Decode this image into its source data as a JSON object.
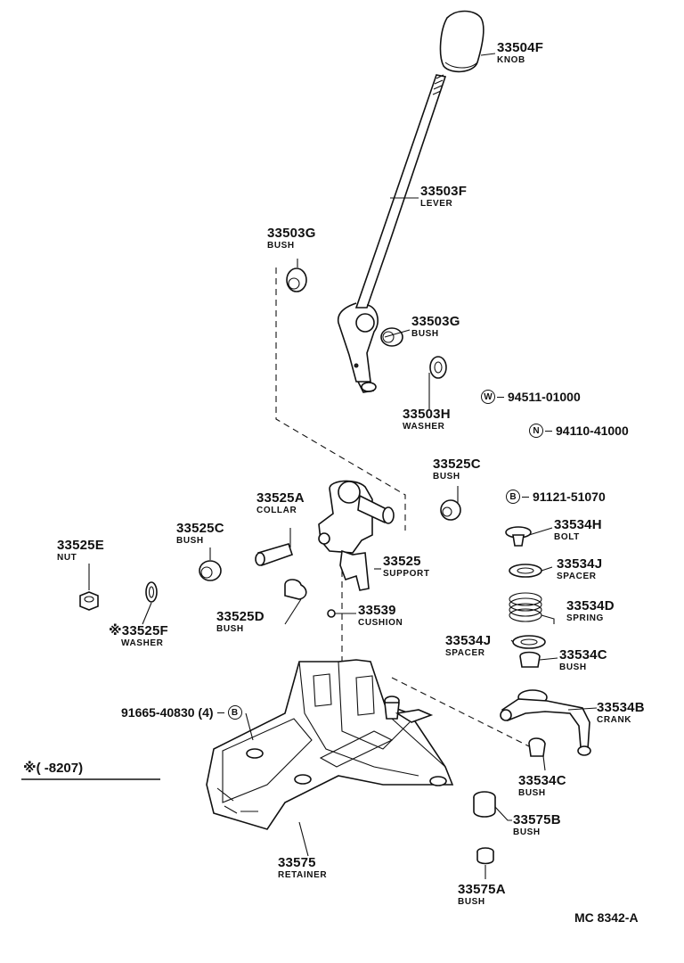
{
  "parts": [
    {
      "id": "knob",
      "number": "33504F",
      "name": "KNOB"
    },
    {
      "id": "lever",
      "number": "33503F",
      "name": "LEVER"
    },
    {
      "id": "bush-left-top",
      "number": "33503G",
      "name": "BUSH"
    },
    {
      "id": "bush-right-top",
      "number": "33503G",
      "name": "BUSH"
    },
    {
      "id": "washer-lever",
      "number": "33503H",
      "name": "WASHER"
    },
    {
      "id": "bush-support-right",
      "number": "33525C",
      "name": "BUSH"
    },
    {
      "id": "collar",
      "number": "33525A",
      "name": "COLLAR"
    },
    {
      "id": "bush-support-left",
      "number": "33525C",
      "name": "BUSH"
    },
    {
      "id": "support",
      "number": "33525",
      "name": "SUPPORT"
    },
    {
      "id": "nut",
      "number": "33525E",
      "name": "NUT"
    },
    {
      "id": "washer-support",
      "number": "33525F",
      "name": "WASHER",
      "prefix": "※"
    },
    {
      "id": "bush-support-lower",
      "number": "33525D",
      "name": "BUSH"
    },
    {
      "id": "cushion",
      "number": "33539",
      "name": "CUSHION"
    },
    {
      "id": "bolt",
      "number": "33534H",
      "name": "BOLT"
    },
    {
      "id": "spacer-upper",
      "number": "33534J",
      "name": "SPACER"
    },
    {
      "id": "spring",
      "number": "33534D",
      "name": "SPRING"
    },
    {
      "id": "spacer-lower",
      "number": "33534J",
      "name": "SPACER"
    },
    {
      "id": "bush-crank-upper",
      "number": "33534C",
      "name": "BUSH"
    },
    {
      "id": "crank",
      "number": "33534B",
      "name": "CRANK"
    },
    {
      "id": "bush-crank-lower",
      "number": "33534C",
      "name": "BUSH"
    },
    {
      "id": "bush-retainer",
      "number": "33575B",
      "name": "BUSH"
    },
    {
      "id": "retainer",
      "number": "33575",
      "name": "RETAINER"
    },
    {
      "id": "bush-retainer-lower",
      "number": "33575A",
      "name": "BUSH"
    }
  ],
  "fasteners": [
    {
      "id": "washer-w",
      "symbol": "W",
      "number": "94511-01000"
    },
    {
      "id": "nut-n",
      "symbol": "N",
      "number": "94110-41000"
    },
    {
      "id": "bolt-b-right",
      "symbol": "B",
      "number": "91121-51070"
    },
    {
      "id": "bolt-b-left",
      "symbol": "B",
      "number": "91665-40830 (4)"
    }
  ],
  "note": {
    "text": "※(      -8207)"
  },
  "footer": {
    "code": "MC 8342-A"
  }
}
